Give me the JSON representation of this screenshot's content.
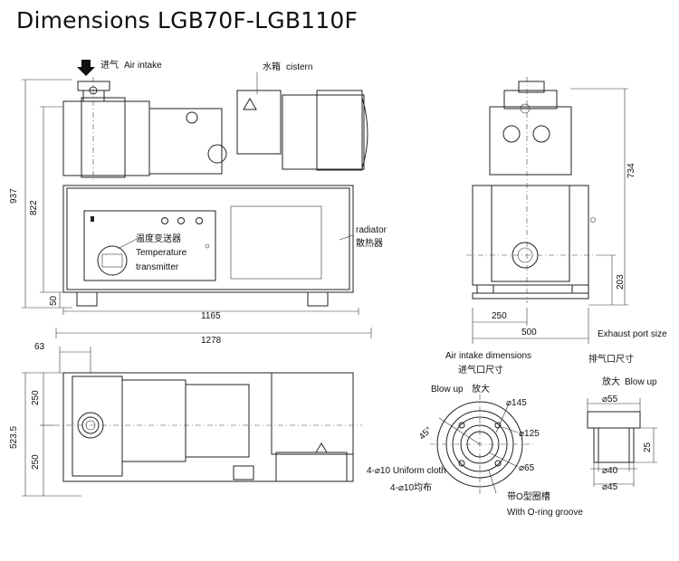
{
  "title": "Dimensions LGB70F-LGB110F",
  "labels": {
    "air_intake_cn": "进气",
    "air_intake_en": "Air intake",
    "cistern_cn": "水箱",
    "cistern_en": "cistern",
    "temp_cn": "温度变送器",
    "temp_en1": "Temperature",
    "temp_en2": "transmitter",
    "radiator_en": "radiator",
    "radiator_cn": "散热器",
    "exhaust_size_en": "Exhaust port size",
    "exhaust_size_cn": "排气口尺寸",
    "blowup_cn_right": "放大",
    "blowup_en_right": "Blow up",
    "intake_dims_en": "Air intake dimensions",
    "intake_dims_cn": "进气口尺寸",
    "blowup_en_left": "Blow up",
    "blowup_cn_left": "放大",
    "uniform_en": "4-⌀10 Uniform cloth",
    "uniform_cn": "4-⌀10均布",
    "oring_cn": "带O型圈槽",
    "oring_en": "With O-ring groove"
  },
  "dimensions": {
    "d937": "937",
    "d822": "822",
    "d50": "50",
    "d1165": "1165",
    "d1278": "1278",
    "d734": "734",
    "d203": "203",
    "d250_side": "250",
    "d500": "500",
    "d63": "63",
    "d250_top": "250",
    "d523_5": "523.5",
    "d250_bottom": "250",
    "phi145": "⌀145",
    "phi125": "⌀125",
    "phi65": "⌀65",
    "angle45": "45°",
    "phi55": "⌀55",
    "d25": "25",
    "phi40": "⌀40",
    "phi45": "⌀45"
  },
  "icons": {
    "arrow": "down-arrow-icon",
    "warning": "warning-triangle-icon"
  }
}
